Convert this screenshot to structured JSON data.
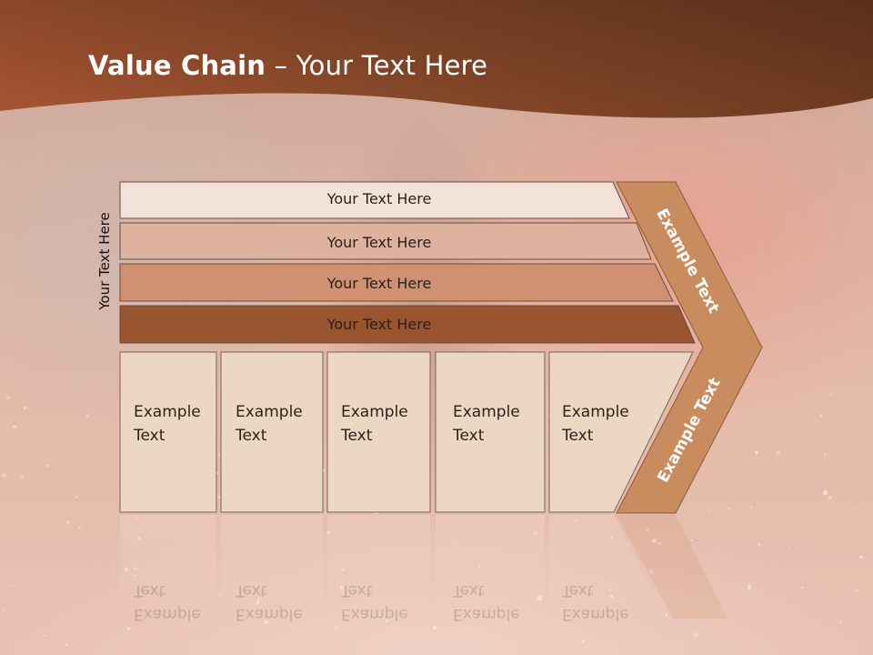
{
  "slide": {
    "title_bold": "Value Chain",
    "title_rest": " – Your Text Here",
    "side_label": "Your Text Here",
    "bars": [
      {
        "label": "Your Text Here",
        "color": "#f2e2da"
      },
      {
        "label": "Your Text Here",
        "color": "#ddb29f"
      },
      {
        "label": "Your Text Here",
        "color": "#d09172"
      },
      {
        "label": "Your Text Here",
        "color": "#98552f"
      }
    ],
    "boxes": [
      {
        "line1": "Example",
        "line2": "Text"
      },
      {
        "line1": "Example",
        "line2": "Text"
      },
      {
        "line1": "Example",
        "line2": "Text"
      },
      {
        "line1": "Example",
        "line2": "Text"
      },
      {
        "line1": "Example",
        "line2": "Text"
      }
    ],
    "chevron_top": "Example Text",
    "chevron_bottom": "Example Text",
    "colors": {
      "header": "#7a3f22",
      "chevron": "#c98c5e",
      "box_fill": "#ecd7c3"
    }
  }
}
